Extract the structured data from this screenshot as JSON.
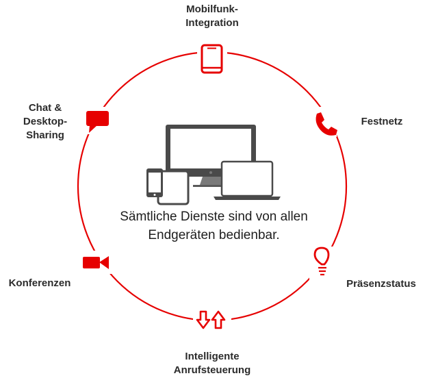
{
  "accent_color": "#e60000",
  "device_color": "#4a4a4a",
  "center": {
    "line1": "Sämtliche Dienste sind von allen",
    "line2": "Endgeräten bedienbar.",
    "devices": [
      "smartphone",
      "tablet",
      "desktop-monitor",
      "laptop"
    ]
  },
  "services": {
    "mobilfunk": {
      "line1": "Mobilfunk-",
      "line2": "Integration",
      "icon": "smartphone-icon"
    },
    "festnetz": {
      "line1": "Festnetz",
      "icon": "phone-handset-icon"
    },
    "praesenz": {
      "line1": "Präsenzstatus",
      "icon": "lightbulb-icon"
    },
    "anruf": {
      "line1": "Intelligente",
      "line2": "Anrufsteuerung",
      "icon": "arrows-up-down-icon"
    },
    "konferenzen": {
      "line1": "Konferenzen",
      "icon": "video-camera-icon"
    },
    "chat": {
      "line1": "Chat &",
      "line2": "Desktop-",
      "line3": "Sharing",
      "icon": "chat-bubble-icon"
    }
  }
}
